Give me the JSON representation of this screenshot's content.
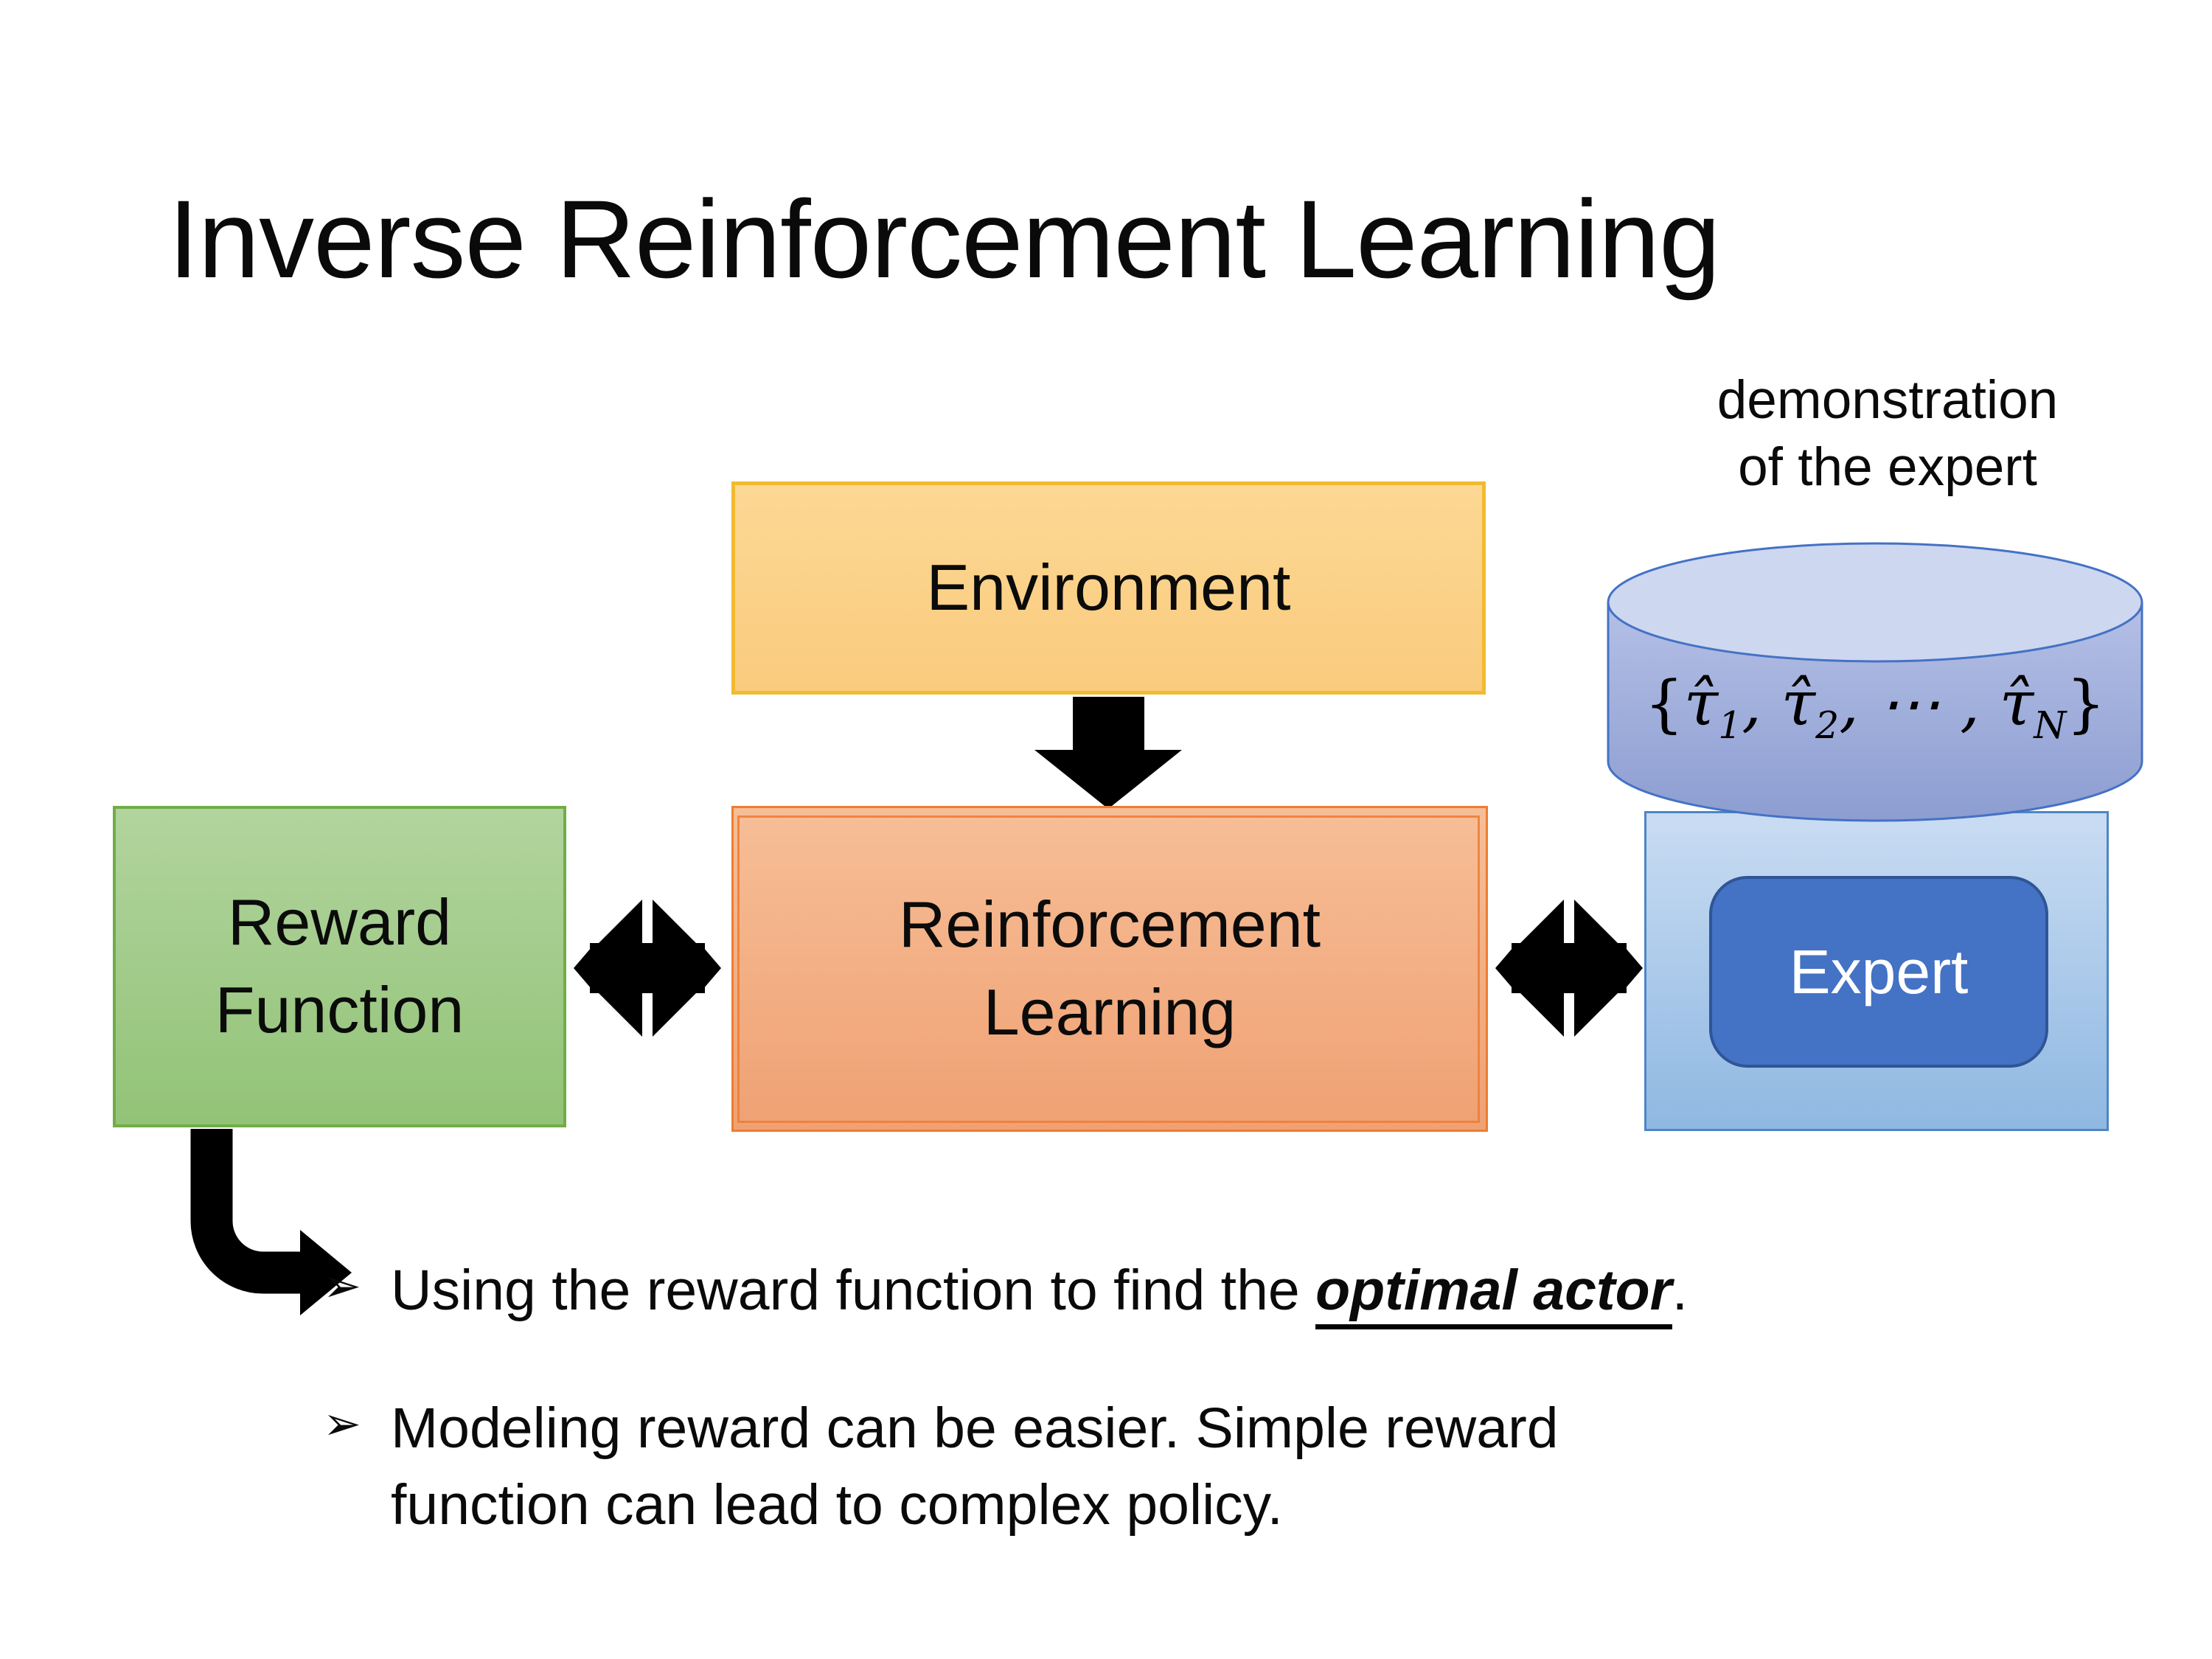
{
  "slide": {
    "title": "Inverse Reinforcement Learning",
    "demo_label": {
      "line1": "demonstration",
      "line2": "of the expert"
    },
    "environment_label": "Environment",
    "reward": {
      "line1": "Reward",
      "line2": "Function"
    },
    "rl": {
      "line1": "Reinforcement",
      "line2": "Learning"
    },
    "expert_label": "Expert",
    "math": {
      "open": "{",
      "tau": "τ̂",
      "sub1": "1",
      "sep1": ", ",
      "sub2": "2",
      "sep2": ", ⋯ , ",
      "subN": "N",
      "close": "}"
    },
    "bullets": {
      "marker": "➢",
      "b1": {
        "pre": "Using the reward function to find the ",
        "emphasis": "optimal actor",
        "post": "."
      },
      "b2": "Modeling reward can be easier. Simple reward function can lead to complex policy."
    },
    "colors": {
      "environment_fill_top": "#FCD894",
      "environment_fill_bottom": "#FACB7E",
      "environment_border": "#F2BA30",
      "reward_fill_top": "#B2D49E",
      "reward_fill_bottom": "#92C377",
      "reward_border": "#70AD47",
      "rl_fill_top": "#F7BE97",
      "rl_fill_bottom": "#EFA173",
      "rl_border": "#ED7D31",
      "expert_panel_fill_top": "#C9DCF2",
      "expert_panel_fill_bottom": "#8FB8E2",
      "expert_panel_border": "#4E87C3",
      "expert_fill": "#4472C4",
      "expert_border": "#2F5597",
      "cylinder_fill_top": "#B5C0E6",
      "cylinder_fill_bottom": "#8C9DD1",
      "cylinder_top_fill": "#CED7F0",
      "cylinder_border": "#4472C4",
      "arrow": "#000000"
    }
  }
}
